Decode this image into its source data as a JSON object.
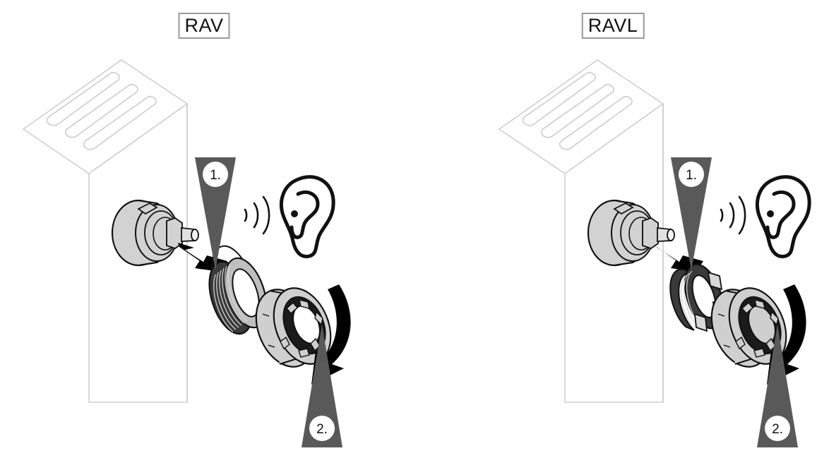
{
  "figure": {
    "type": "technical-instruction-diagram",
    "description": "Exploded isometric instruction showing mounting of a thermostatic radiator head onto a radiator valve using an adapter ring, for two valve types",
    "background_color": "#ffffff",
    "panels": [
      {
        "id": "rav",
        "label": "RAV",
        "adapter_style": "threaded-collar",
        "steps": [
          {
            "number": "1.",
            "marker": "triangle-down",
            "meaning": "push adapter onto valve until it clicks"
          },
          {
            "number": "2.",
            "marker": "triangle-up",
            "meaning": "turn thermostat head to lock"
          }
        ],
        "parts": [
          {
            "name": "radiator",
            "fill": "#ffffff",
            "stroke": "#cfcfcf"
          },
          {
            "name": "valve-body",
            "fill": "#d2d2d2",
            "stroke": "#1a1a1a"
          },
          {
            "name": "valve-pin",
            "fill": "#e8e8e8",
            "stroke": "#1a1a1a"
          },
          {
            "name": "adapter-ring",
            "fill": "#3a3a3a",
            "stroke": "#111111"
          },
          {
            "name": "thermostat-head",
            "fill": "#cfcfcf",
            "stroke": "#111111"
          }
        ],
        "icons": [
          "ear-icon",
          "sound-wave-icon",
          "straight-arrow-icon",
          "curved-arrow-icon"
        ]
      },
      {
        "id": "ravl",
        "label": "RAVL",
        "adapter_style": "clip-ring-with-tabs",
        "steps": [
          {
            "number": "1.",
            "marker": "triangle-down",
            "meaning": "push adapter onto valve until it clicks"
          },
          {
            "number": "2.",
            "marker": "triangle-up",
            "meaning": "turn thermostat head to lock"
          }
        ],
        "parts": [
          {
            "name": "radiator",
            "fill": "#ffffff",
            "stroke": "#cfcfcf"
          },
          {
            "name": "valve-body",
            "fill": "#d2d2d2",
            "stroke": "#1a1a1a"
          },
          {
            "name": "valve-pin",
            "fill": "#e8e8e8",
            "stroke": "#1a1a1a"
          },
          {
            "name": "adapter-ring",
            "fill": "#3a3a3a",
            "stroke": "#111111"
          },
          {
            "name": "thermostat-head",
            "fill": "#cfcfcf",
            "stroke": "#111111"
          }
        ],
        "icons": [
          "ear-icon",
          "sound-wave-icon",
          "straight-arrow-icon",
          "curved-arrow-icon"
        ]
      }
    ],
    "colors": {
      "marker_gray": "#595959",
      "part_light_gray": "#d2d2d2",
      "part_dark": "#3a3a3a",
      "outline": "#111111",
      "radiator_outline": "#cfcfcf",
      "label_border": "#9a9a9a"
    }
  }
}
